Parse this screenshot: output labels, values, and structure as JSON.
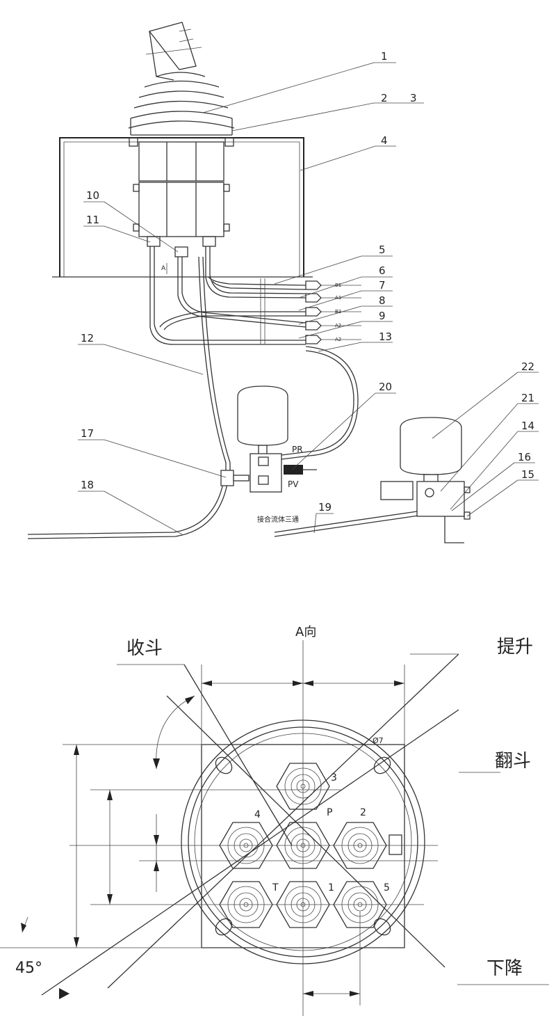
{
  "top_view": {
    "part_numbers": [
      "1",
      "2",
      "3",
      "4",
      "5",
      "6",
      "7",
      "8",
      "9",
      "10",
      "11",
      "12",
      "13",
      "14",
      "15",
      "16",
      "17",
      "18",
      "19",
      "20",
      "21",
      "22"
    ],
    "port_labels": {
      "pr": "PR",
      "pv": "PV",
      "a": "A"
    },
    "pipe_labels": [
      "B1",
      "A1",
      "B2",
      "A2",
      "A2"
    ],
    "note_19": "接合流体三通"
  },
  "bottom_view": {
    "view_label": "A向",
    "func_labels": {
      "collect": "收斗",
      "lift": "提升",
      "dump": "翻斗",
      "lower": "下降"
    },
    "angle_label": "45°",
    "diameter_label": "Ø7",
    "port_numbers": {
      "p1": "1",
      "p2": "2",
      "p3": "3",
      "p4": "4",
      "p5": "5",
      "pp": "P",
      "pt": "T"
    }
  }
}
